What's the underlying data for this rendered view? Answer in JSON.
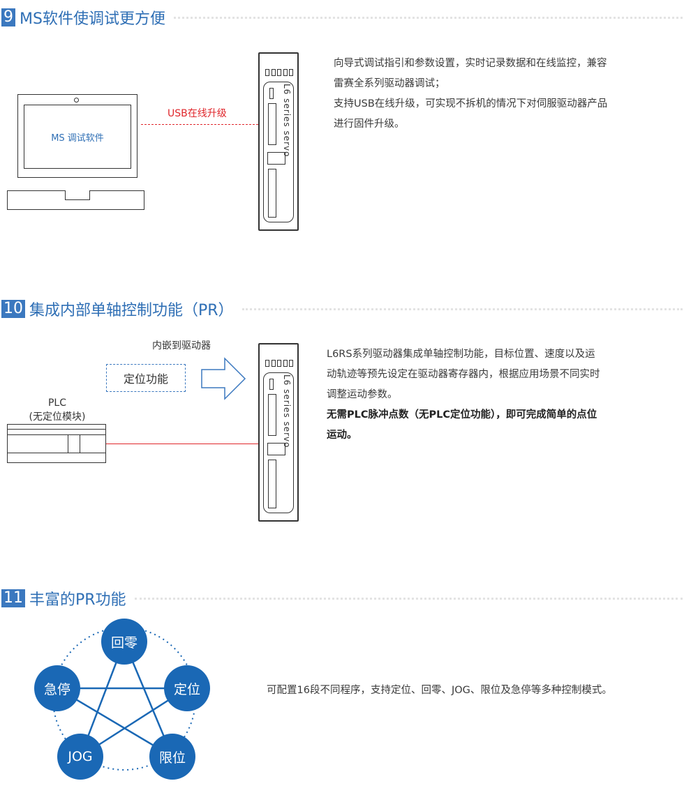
{
  "section9": {
    "num": "9",
    "title": "MS软件使调试更方便",
    "usb_label": "USB在线升级",
    "screen_label": "MS 调试软件",
    "servo_text": "L6 series servo",
    "desc": [
      "向导式调试指引和参数设置，实时记录数据和在线监控，兼容",
      "雷赛全系列驱动器调试；",
      "支持USB在线升级，可实现不拆机的情况下对伺服驱动器产品",
      "进行固件升级。"
    ]
  },
  "section10": {
    "num": "10",
    "title": "集成内部单轴控制功能（PR）",
    "embed_label": "内嵌到驱动器",
    "function_label": "定位功能",
    "plc_line1": "PLC",
    "plc_line2": "(无定位模块)",
    "servo_text": "L6 series servo",
    "desc": [
      "L6RS系列驱动器集成单轴控制功能，目标位置、速度以及运",
      "动轨迹等预先设定在驱动器寄存器内，根据应用场景不同实时",
      "调整运动参数。"
    ],
    "desc_bold": [
      "无需PLC脉冲点数（无PLC定位功能），即可完成简单的点位",
      "运动。"
    ]
  },
  "section11": {
    "num": "11",
    "title": "丰富的PR功能",
    "nodes": {
      "home": "回零",
      "estop": "急停",
      "position": "定位",
      "jog": "JOG",
      "limit": "限位"
    },
    "desc": "可配置16段不同程序，支持定位、回零、JOG、限位及急停等多种控制模式。"
  },
  "colors": {
    "accent_blue": "#3b78bf",
    "node_blue": "#1a68b5",
    "usb_red": "#e0262b"
  }
}
